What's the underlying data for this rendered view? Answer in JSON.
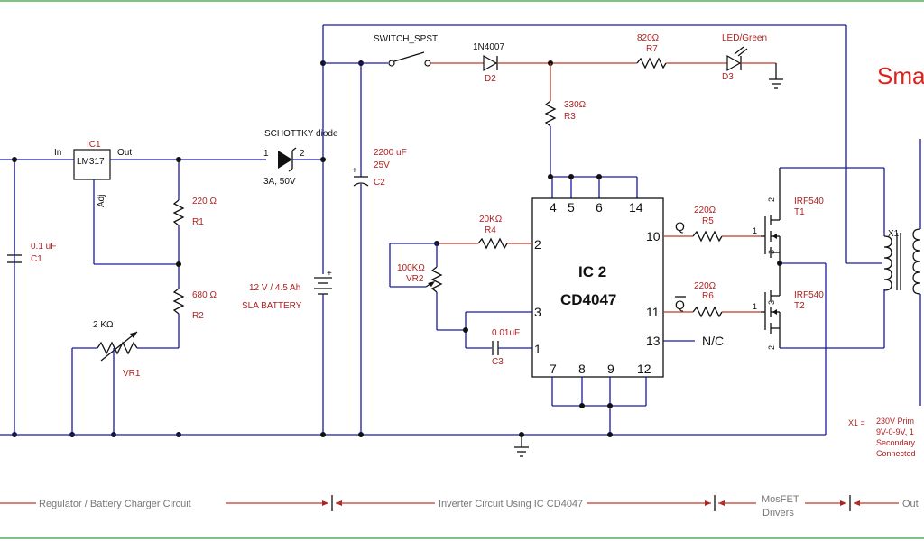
{
  "title_partial": "Sma",
  "sections": {
    "regulator": "Regulator / Battery Charger Circuit",
    "inverter": "Inverter Circuit Using IC CD4047",
    "mosfet_line1": "MosFET",
    "mosfet_line2": "Drivers",
    "output": "Out"
  },
  "ic1": {
    "ref": "IC1",
    "name": "LM317",
    "in": "In",
    "out": "Out",
    "adj": "Adj"
  },
  "c1": {
    "value": "0.1 uF",
    "ref": "C1"
  },
  "r1": {
    "value": "220 Ω",
    "ref": "R1"
  },
  "r2": {
    "value": "680 Ω",
    "ref": "R2"
  },
  "vr1": {
    "value": "2 KΩ",
    "ref": "VR1"
  },
  "schottky": {
    "name": "SCHOTTKY diode",
    "pin1": "1",
    "pin2": "2",
    "rating": "3A, 50V"
  },
  "battery": {
    "line1": "12 V / 4.5 Ah",
    "line2": "SLA BATTERY",
    "plus": "+"
  },
  "c2": {
    "value1": "2200 uF",
    "value2": "25V",
    "ref": "C2",
    "plus": "+"
  },
  "switch": {
    "name": "SWITCH_SPST"
  },
  "d2": {
    "name": "1N4007",
    "ref": "D2"
  },
  "r7": {
    "value": "820Ω",
    "ref": "R7"
  },
  "d3": {
    "name": "LED/Green",
    "ref": "D3"
  },
  "r3": {
    "value": "330Ω",
    "ref": "R3"
  },
  "r4": {
    "value": "20KΩ",
    "ref": "R4"
  },
  "vr2": {
    "value": "100KΩ",
    "ref": "VR2"
  },
  "c3": {
    "value": "0.01uF",
    "ref": "C3"
  },
  "ic2": {
    "ref": "IC 2",
    "name": "CD4047",
    "top_pins": [
      "4",
      "5",
      "6",
      "14"
    ],
    "bottom_pins": [
      "7",
      "8",
      "9",
      "12"
    ],
    "left_pins": [
      "2",
      "3",
      "1"
    ],
    "right_pins": [
      "10",
      "11",
      "13"
    ],
    "q": "Q",
    "qbar": "Q",
    "nc": "N/C"
  },
  "r5": {
    "value": "220Ω",
    "ref": "R5"
  },
  "r6": {
    "value": "220Ω",
    "ref": "R6"
  },
  "t1": {
    "name": "IRF540",
    "ref": "T1",
    "pin1": "1",
    "pin2": "2",
    "pin3": "3"
  },
  "t2": {
    "name": "IRF540",
    "ref": "T2",
    "pin1": "1",
    "pin2": "2",
    "pin3": "3"
  },
  "x1": {
    "ref": "X1",
    "note_label": "X1 =",
    "note_line1": "230V Prim",
    "note_line2": "9V-0-9V, 1",
    "note_line3": "Secondary",
    "note_line4": "Connected"
  },
  "colors": {
    "wire_blue": "#1a1aa8",
    "wire_red": "#c0392b",
    "label_red": "#b02020",
    "title_red": "#e0201a",
    "frame_green": "#3a9a3a"
  }
}
